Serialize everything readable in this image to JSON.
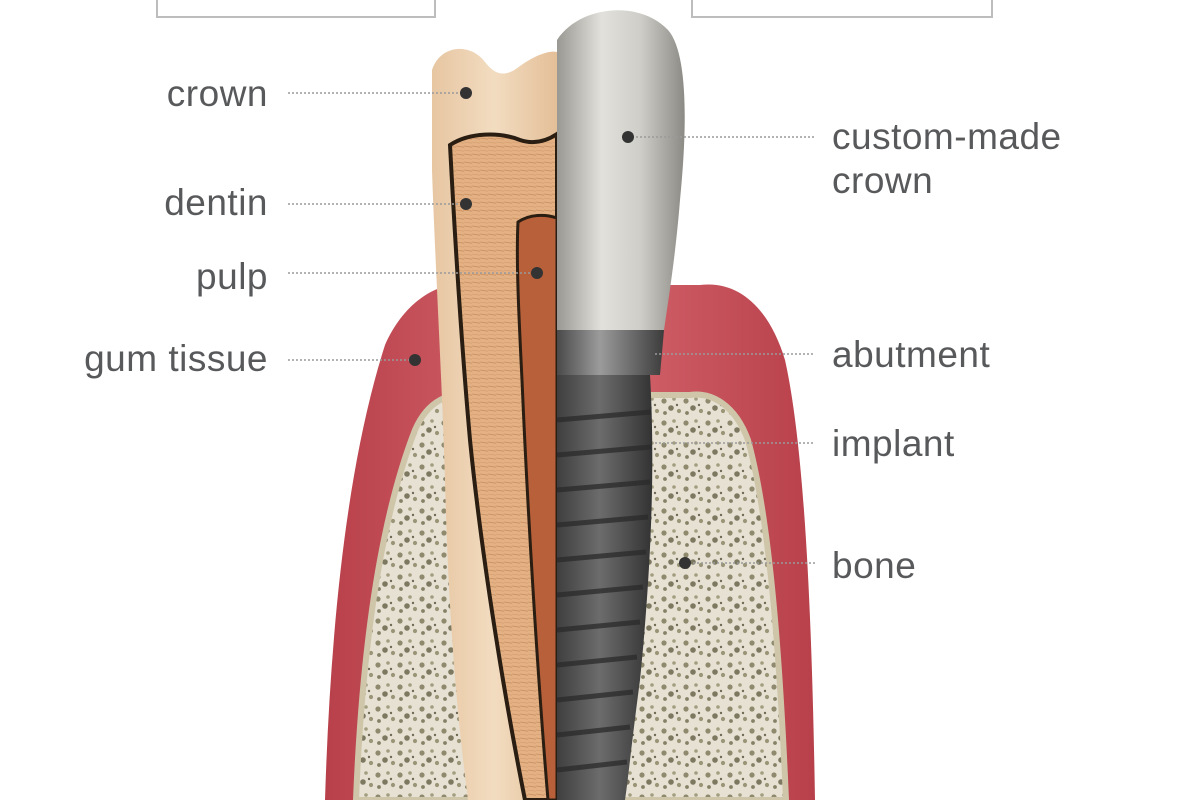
{
  "diagram": {
    "natural_tooth_labels": {
      "crown": "crown",
      "dentin": "dentin",
      "pulp": "pulp",
      "gum_tissue": "gum tissue"
    },
    "implant_labels": {
      "custom_crown_line1": "custom-made",
      "custom_crown_line2": "crown",
      "abutment": "abutment",
      "implant": "implant",
      "bone": "bone"
    }
  },
  "colors": {
    "label_text": "#58595b",
    "leader_line": "#9a9a9a",
    "marker_dot": "#333333",
    "gum": "#c8555a",
    "bone": "#d9d3c2",
    "enamel": "#ecd2b0",
    "dentin": "#e3b184",
    "pulp": "#b8603a",
    "metal_crown": "#c9c8c2",
    "implant_body": "#5a5a5a"
  }
}
